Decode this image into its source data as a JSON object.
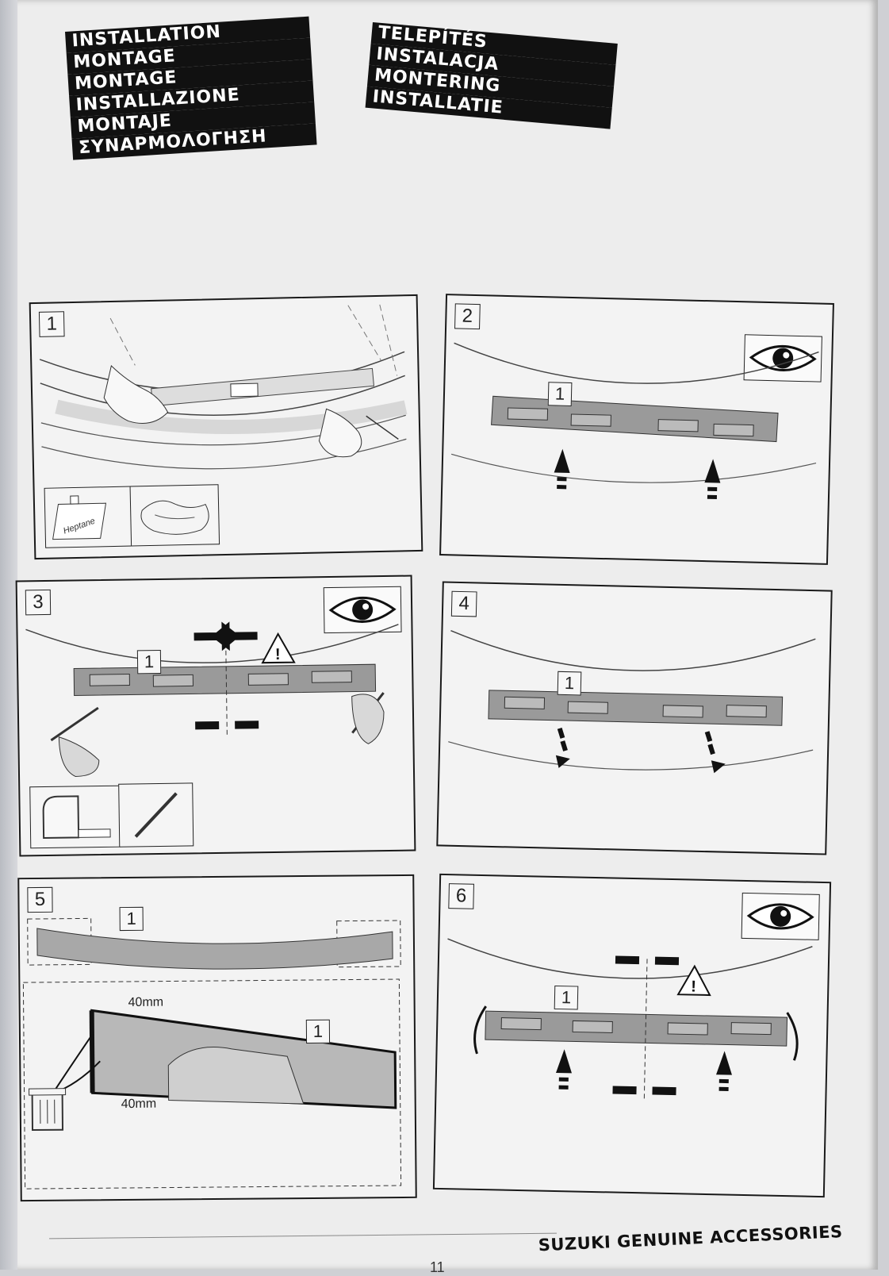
{
  "headings": {
    "left": [
      "INSTALLATION",
      "MONTAGE",
      "MONTAGE",
      "INSTALLAZIONE",
      "MONTAJE",
      "ΣΥΝΑΡΜΟΛΟΓΗΣΗ"
    ],
    "right": [
      "TELEPÍTÉS",
      "INSTALACJA",
      "MONTERING",
      "INSTALLATIE"
    ]
  },
  "steps": [
    {
      "number": "1",
      "tools": [
        "Heptane"
      ]
    },
    {
      "number": "2",
      "part_callout": "1"
    },
    {
      "number": "3",
      "part_callout": "1"
    },
    {
      "number": "4",
      "part_callout": "1"
    },
    {
      "number": "5",
      "part_callout": "1",
      "detail_callout": "1",
      "dimension_top": "40mm",
      "dimension_bottom": "40mm"
    },
    {
      "number": "6",
      "part_callout": "1"
    }
  ],
  "icons": [
    "eye-icon",
    "warning-triangle-icon",
    "trash-bin-icon",
    "tape-measure-icon",
    "pencil-icon",
    "cloth-icon",
    "solvent-can-icon"
  ],
  "footer": {
    "brand": "SUZUKI GENUINE ACCESSORIES",
    "page_number": "11"
  }
}
